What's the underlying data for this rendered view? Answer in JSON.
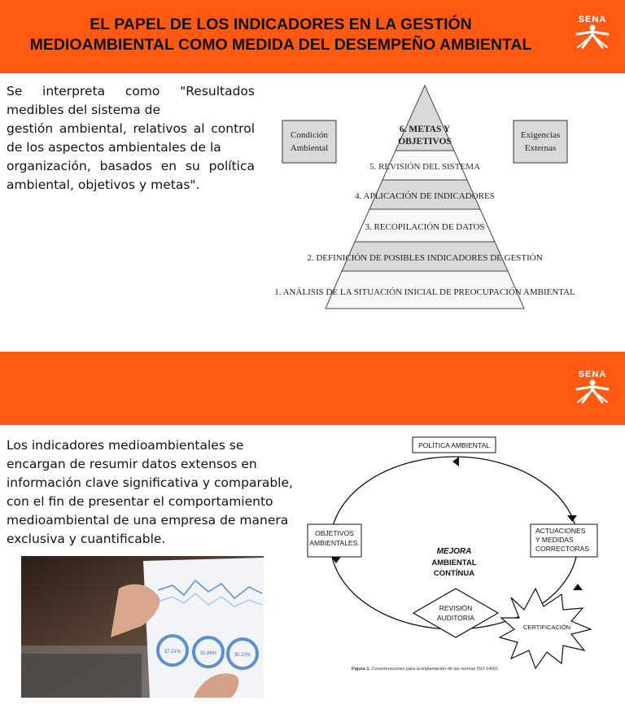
{
  "slide1": {
    "title_line1": "EL PAPEL DE LOS INDICADORES EN LA GESTIÓN",
    "title_line2": "MEDIOAMBIENTAL COMO MEDIDA DEL DESEMPEÑO AMBIENTAL",
    "logo_text": "SENA",
    "body": {
      "line1": "Se interpreta como \"Resultados",
      "line2": "medibles del sistema de",
      "line3": "gestión ambiental, relativos al control",
      "line4": "de los aspectos ambientales de la",
      "line5": "organización, basados en su política",
      "line6": "ambiental, objetivos y metas\"."
    },
    "pyramid": {
      "left_box_line1": "Condición",
      "left_box_line2": "Ambiental",
      "right_box_line1": "Exigencias",
      "right_box_line2": "Externas",
      "top_line1": "6. METAS Y",
      "top_line2": "OBJETIVOS",
      "level5": "5. REVISIÓN DEL SISTEMA",
      "level4": "4. APLICACIÓN DE INDICADORES",
      "level3": "3. RECOPILACIÓN DE DATOS",
      "level2": "2. DEFINICIÓN DE POSIBLES INDICADORES DE GESTIÓN",
      "level1": "1. ANÁLISIS DE LA SITUACIÓN INICIAL DE PREOCUPACIÓN AMBIENTAL"
    }
  },
  "slide2": {
    "logo_text": "SENA",
    "body": {
      "line1": "Los indicadores medioambientales se",
      "line2": "encargan de resumir datos extensos en",
      "line3": "información clave significativa y comparable,",
      "line4": "con el fin de presentar el comportamiento",
      "line5": "medioambiental de una empresa de manera",
      "line6": "exclusiva y cuantificable."
    },
    "cycle": {
      "top": "POLÍTICA AMBIENTAL",
      "left_line1": "OBJETIVOS",
      "left_line2": "AMBIENTALES.",
      "right_line1": "ACTUACIONES",
      "right_line2": "Y MEDIDAS",
      "right_line3": "CORRECTORAS",
      "center_line1": "MEJORA",
      "center_line2": "AMBIENTAL",
      "center_line3": "CONTÍNUA",
      "diamond_line1": "REVISIÓN",
      "diamond_line2": "AUDITORIA",
      "burst": "CERTIFICACIÓN",
      "caption_bold": "Figura 1.",
      "caption_rest": " Consideraciones para la implantación de las normas ISO-14001"
    },
    "photo": {
      "stat1": "37.01%",
      "stat2": "31.86%",
      "stat3": "30.23%"
    }
  },
  "colors": {
    "banner": "#ff5a14",
    "pyramid_shaded": "#d9d9d9",
    "pyramid_light": "#f7f7f7"
  }
}
